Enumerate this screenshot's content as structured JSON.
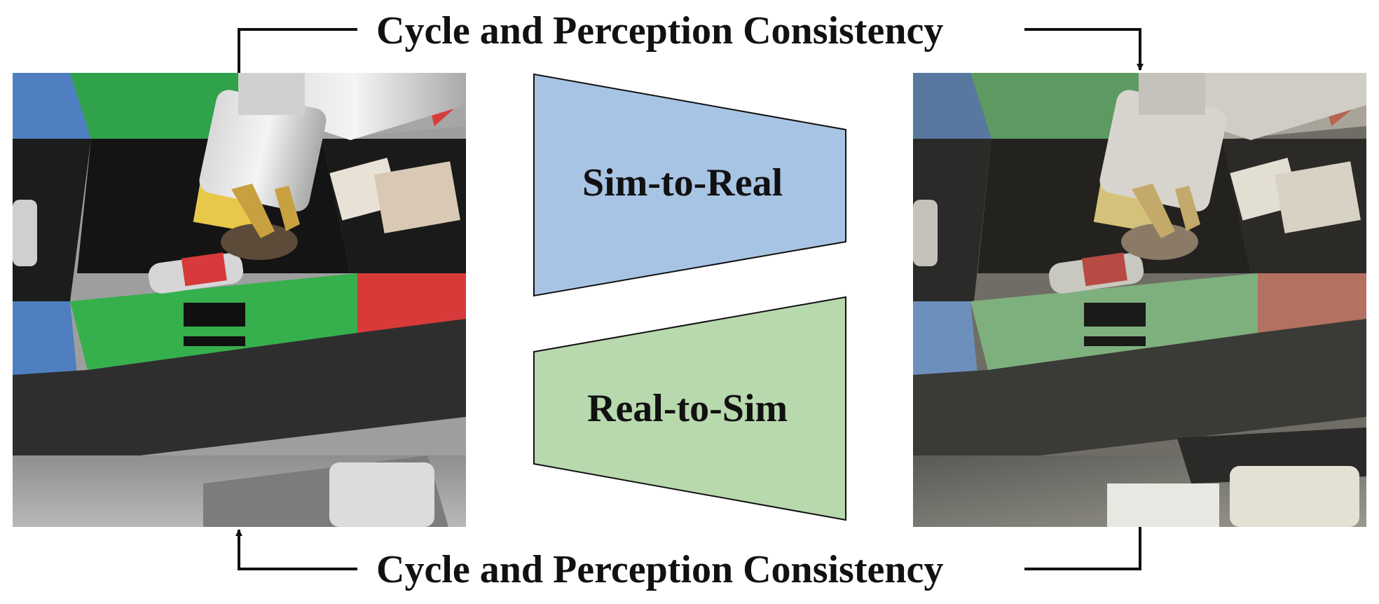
{
  "top_arrow": {
    "label": "Cycle and Perception Consistency"
  },
  "bottom_arrow": {
    "label": "Cycle and Perception Consistency"
  },
  "sim_to_real": {
    "label": "Sim-to-Real",
    "color": "#a8c4e4"
  },
  "real_to_sim": {
    "label": "Real-to-Sim",
    "color": "#b8d8ad"
  },
  "left_image": {
    "kind": "simulated robot sorting scene"
  },
  "right_image": {
    "kind": "real-looking robot sorting scene"
  }
}
